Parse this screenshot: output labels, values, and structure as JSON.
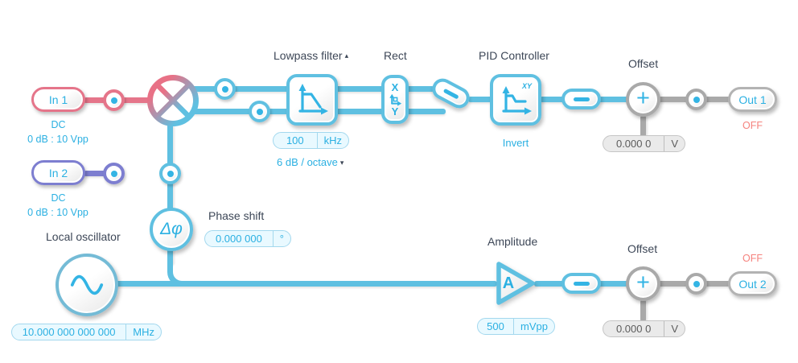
{
  "colors": {
    "accent_blue": "#5fc0e1",
    "icon_blue": "#33b4e4",
    "text_cyan": "#2bb0e2",
    "in1_pink": "#e5758a",
    "in2_purple": "#7d7ed0",
    "inactive_gray": "#a9a9a9",
    "label_dark": "#3d4757",
    "off_red": "#f5827d"
  },
  "inputs": {
    "in1": {
      "label": "In 1",
      "coupling": "DC",
      "range": "0 dB : 10 Vpp"
    },
    "in2": {
      "label": "In 2",
      "coupling": "DC",
      "range": "0 dB : 10 Vpp"
    }
  },
  "lowpass": {
    "title": "Lowpass filter",
    "collapse_icon": "▴",
    "cutoff_value": "100",
    "cutoff_unit": "kHz",
    "slope": "6 dB / octave",
    "dropdown_icon": "▾"
  },
  "rect": {
    "title": "Rect",
    "x_label": "X",
    "y_label": "Y"
  },
  "pid": {
    "title": "PID Controller",
    "corner_label": "XY",
    "invert_label": "Invert"
  },
  "offset1": {
    "title": "Offset",
    "plus_icon": "+",
    "value": "0.000 0",
    "unit": "V"
  },
  "out1": {
    "label": "Out 1",
    "status": "OFF"
  },
  "phase": {
    "title": "Phase shift",
    "symbol": "Δφ",
    "value": "0.000 000",
    "unit": "°"
  },
  "local_osc": {
    "title": "Local oscillator",
    "value": "10.000 000 000 000",
    "unit": "MHz"
  },
  "amplitude": {
    "title": "Amplitude",
    "symbol": "A",
    "value": "500",
    "unit": "mVpp"
  },
  "offset2": {
    "title": "Offset",
    "plus_icon": "+",
    "value": "0.000 0",
    "unit": "V"
  },
  "out2": {
    "label": "Out 2",
    "status": "OFF"
  }
}
